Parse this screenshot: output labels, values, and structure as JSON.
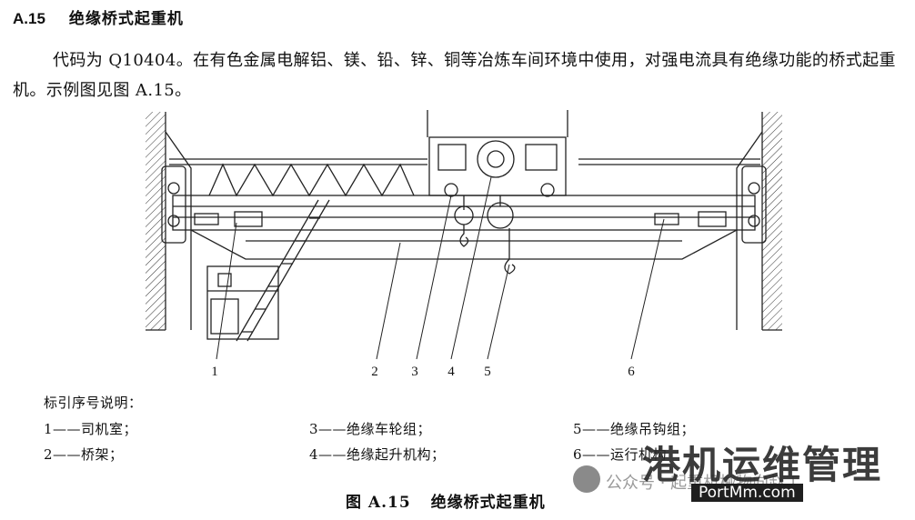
{
  "section": {
    "number": "A.15",
    "title": "绝缘桥式起重机"
  },
  "paragraph": "代码为 Q10404。在有色金属电解铝、镁、铅、锌、铜等冶炼车间环境中使用，对强电流具有绝缘功能的桥式起重机。示例图见图 A.15。",
  "figure": {
    "callouts": [
      "1",
      "2",
      "3",
      "4",
      "5",
      "6"
    ]
  },
  "legend": {
    "title": "标引序号说明：",
    "items": [
      {
        "num": "1",
        "dash": "——",
        "text": "司机室；"
      },
      {
        "num": "2",
        "dash": "——",
        "text": "桥架；"
      },
      {
        "num": "3",
        "dash": "——",
        "text": "绝缘车轮组；"
      },
      {
        "num": "4",
        "dash": "——",
        "text": "绝缘起升机构；"
      },
      {
        "num": "5",
        "dash": "——",
        "text": "绝缘吊钩组；"
      },
      {
        "num": "6",
        "dash": "——",
        "text": "运行机构"
      }
    ]
  },
  "caption": {
    "label": "图 A.15",
    "title": "绝缘桥式起重机"
  },
  "watermark": {
    "account": "公众号 · 起重机械物向赵工",
    "brand": "港机运维管理",
    "url": "PortMm.com"
  }
}
